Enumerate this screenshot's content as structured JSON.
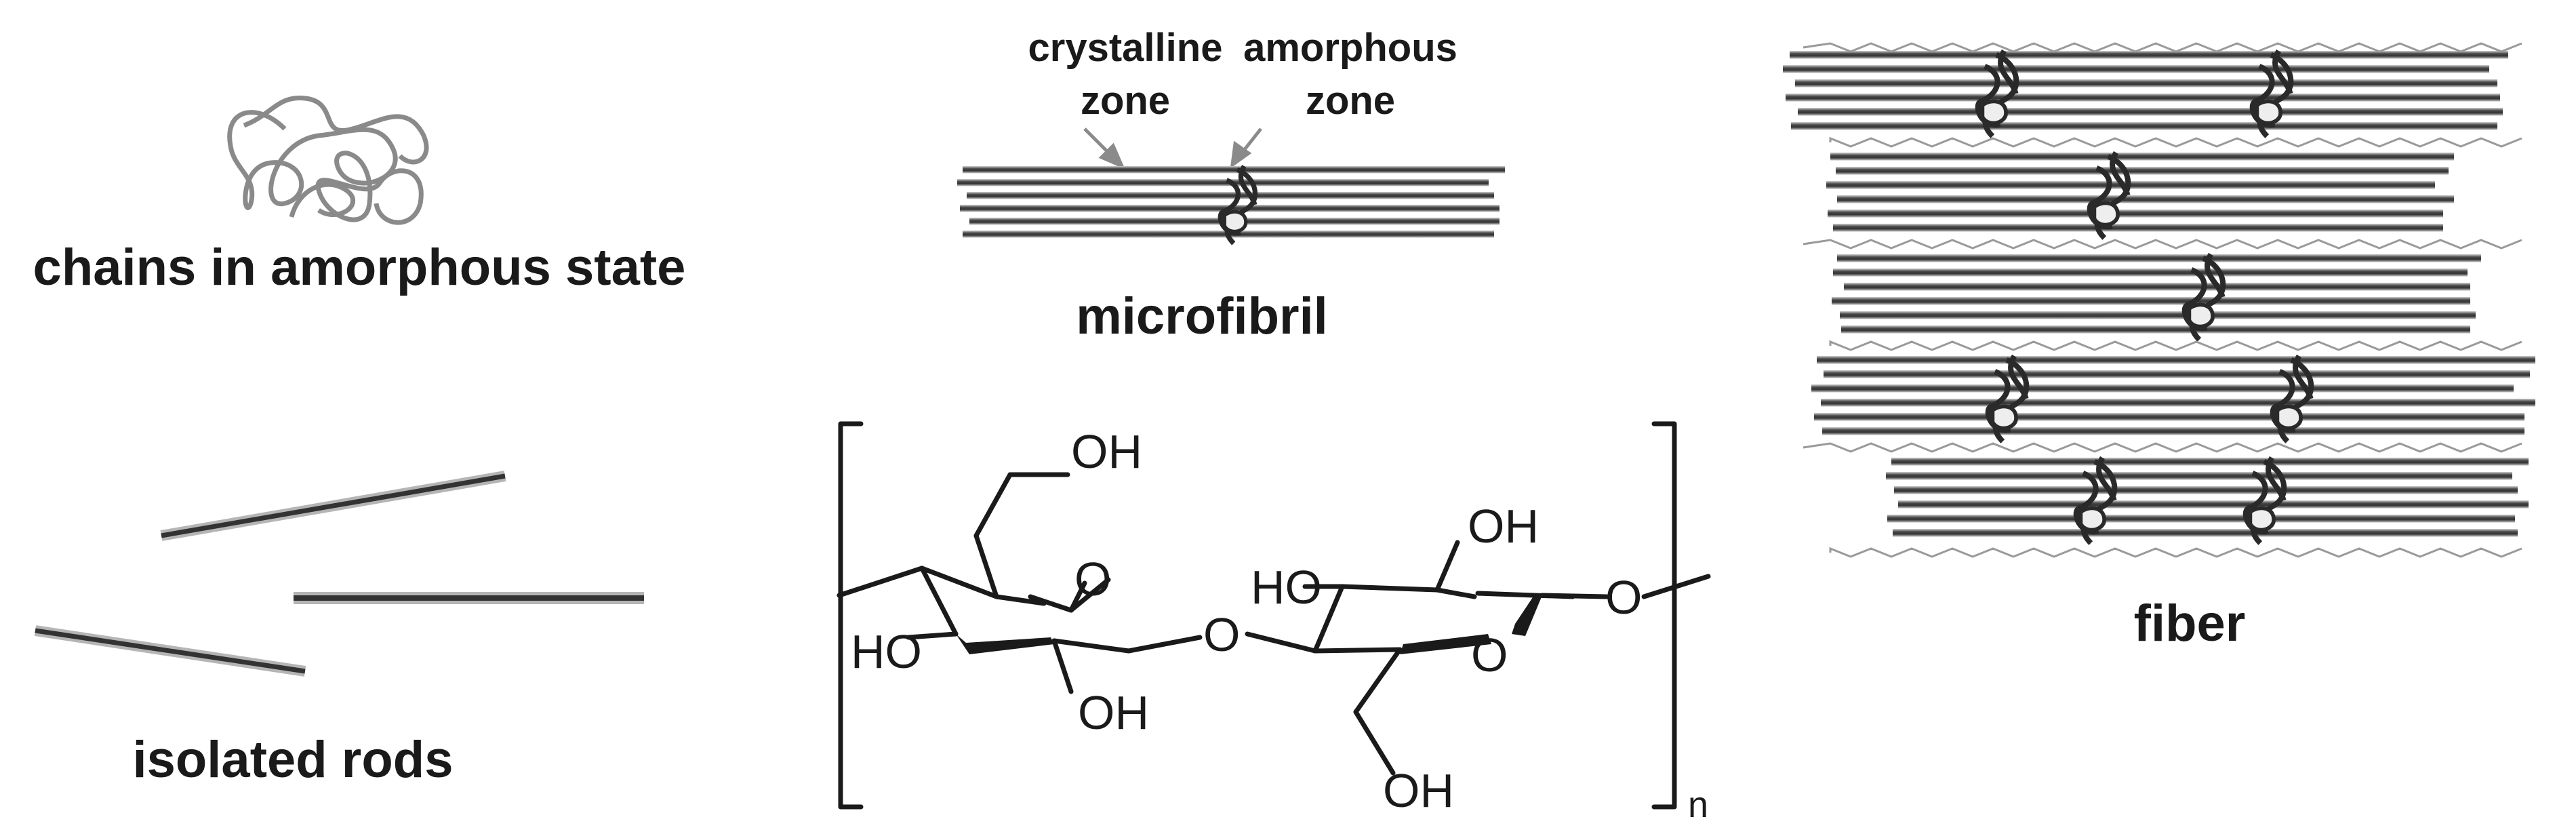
{
  "labels": {
    "amorphous_chains": "chains in amorphous state",
    "isolated_rods": "isolated rods",
    "microfibril": "microfibril",
    "crystalline_zone": [
      "crystalline",
      "zone"
    ],
    "amorphous_zone": [
      "amorphous",
      "zone"
    ],
    "fiber": "fiber"
  },
  "chemical": {
    "oh": "OH",
    "ho": "HO",
    "o": "O",
    "repeat_subscript": "n"
  },
  "colors": {
    "ink": "#1a1a1a",
    "chain_gray": "#8a8a8a",
    "rod_dark": "#2e2e2e",
    "rod_light": "#9a9a9a"
  }
}
